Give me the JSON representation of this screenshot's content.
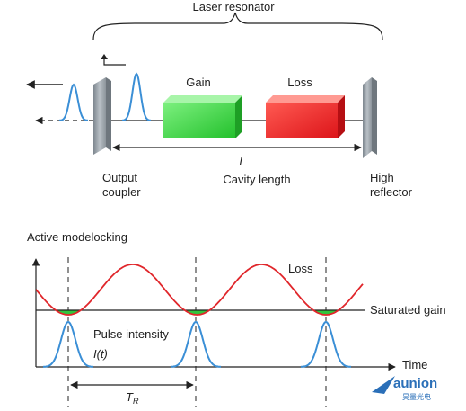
{
  "resonator": {
    "title": "Laser resonator",
    "gain_label": "Gain",
    "loss_label": "Loss",
    "length_symbol": "L",
    "length_caption": "Cavity length",
    "output_coupler": [
      "Output",
      "coupler"
    ],
    "high_reflector": [
      "High",
      "reflector"
    ],
    "colors": {
      "gain": "#2fd63a",
      "loss": "#ee1f24",
      "mirror": "#9aa3ab"
    }
  },
  "modelocking": {
    "title": "Active modelocking",
    "loss_label": "Loss",
    "saturated_gain_label": "Saturated gain",
    "pulse_label": "Pulse intensity",
    "pulse_symbol": "I(t)",
    "time_axis_label": "Time",
    "period_symbol": "T",
    "period_subscript": "R",
    "colors": {
      "loss_curve": "#e0262b",
      "pulse": "#3b8fd6",
      "net_gain_fill": "#33c43c"
    }
  },
  "watermark": {
    "text": "aunion",
    "subtext": "昊量光电"
  }
}
